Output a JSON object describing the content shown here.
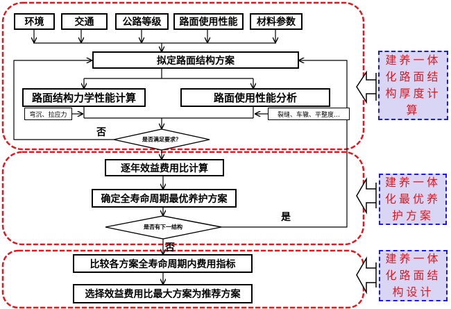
{
  "diagram": {
    "type": "flowchart",
    "inputs": [
      "环境",
      "交通",
      "公路等级",
      "路面使用性能",
      "材料参数"
    ],
    "stages": {
      "structure_design": {
        "draft_box": "拟定路面结构方案",
        "left_branch": "路面结构力学性能计算",
        "right_branch": "路面使用性能分析",
        "left_input": "弯沉、拉应力",
        "right_input": "裂缝、车辙、平整度…",
        "decision": "是否满足要求？",
        "no_label": "否"
      },
      "maintenance": {
        "step1": "逐年效益费用比计算",
        "step2": "确定全寿命周期最优养护方案",
        "decision": "是否有下一结构",
        "yes_label": "是",
        "no_label": "否"
      },
      "selection": {
        "step1": "比较各方案全寿命周期内费用指标",
        "step2": "选择效益费用比最大方案为推荐方案"
      }
    },
    "side_notes": [
      "建养一体化路面结构厚度计算",
      "建养一体化最优养护方案",
      "建养一体化路面结构设计"
    ],
    "colors": {
      "group_border": "#e8141c",
      "note_border": "#1a1ae6",
      "note_fill": "#d9d6f5",
      "note_text": "#e8141c",
      "line": "#000000"
    }
  }
}
